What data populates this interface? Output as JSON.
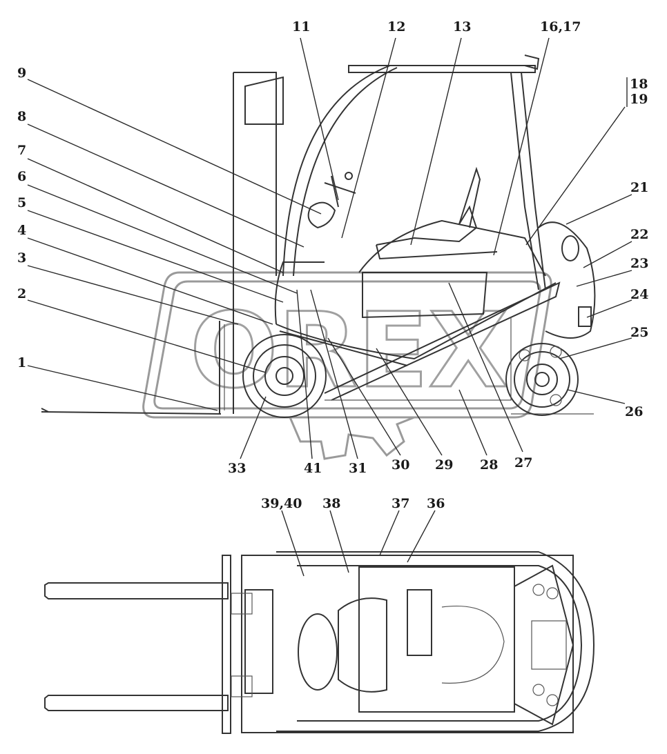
{
  "watermark": {
    "text": "OREX",
    "color": "#a0a0a0"
  },
  "side_view": {
    "labels": [
      "11",
      "12",
      "13",
      "16,17",
      "18",
      "19",
      "9",
      "8",
      "7",
      "6",
      "5",
      "4",
      "3",
      "2",
      "1",
      "21",
      "22",
      "23",
      "24",
      "25",
      "26",
      "33",
      "41",
      "31",
      "30",
      "29",
      "28",
      "27"
    ]
  },
  "top_view": {
    "labels": [
      "39,40",
      "38",
      "37",
      "36"
    ]
  }
}
